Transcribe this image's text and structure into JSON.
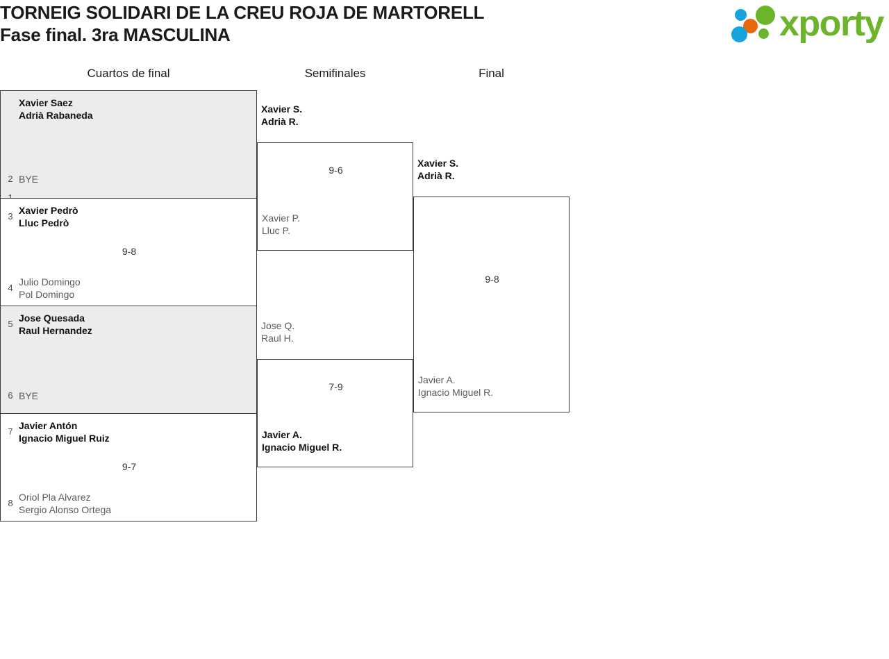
{
  "header": {
    "title_line1": "TORNEIG SOLIDARI DE LA CREU ROJA DE MARTORELL",
    "title_line2": "Fase final. 3ra MASCULINA",
    "logo_text": "xporty",
    "logo_colors": {
      "green": "#6cb42c",
      "blue": "#17a3dc",
      "orange": "#e8690b"
    }
  },
  "rounds": [
    {
      "label": "Cuartos de final"
    },
    {
      "label": "Semifinales"
    },
    {
      "label": "Final"
    }
  ],
  "bracket": {
    "quarterfinals": [
      {
        "shaded": true,
        "score": "",
        "top": {
          "seed": "1",
          "line1": "Xavier Saez",
          "line2": "Adrià Rabaneda",
          "result": "winner"
        },
        "bottom": {
          "seed": "2",
          "line1": "BYE",
          "line2": "",
          "result": "loser"
        }
      },
      {
        "shaded": false,
        "score": "9-8",
        "top": {
          "seed": "3",
          "line1": "Xavier Pedrò",
          "line2": "Lluc Pedrò",
          "result": "winner"
        },
        "bottom": {
          "seed": "4",
          "line1": "Julio Domingo",
          "line2": "Pol Domingo",
          "result": "loser"
        }
      },
      {
        "shaded": true,
        "score": "",
        "top": {
          "seed": "5",
          "line1": "Jose Quesada",
          "line2": "Raul Hernandez",
          "result": "winner"
        },
        "bottom": {
          "seed": "6",
          "line1": "BYE",
          "line2": "",
          "result": "loser"
        }
      },
      {
        "shaded": false,
        "score": "9-7",
        "top": {
          "seed": "7",
          "line1": "Javier Antón",
          "line2": "Ignacio Miguel Ruiz",
          "result": "winner"
        },
        "bottom": {
          "seed": "8",
          "line1": "Oriol Pla Alvarez",
          "line2": "Sergio Alonso Ortega",
          "result": "loser"
        }
      }
    ],
    "semifinals": [
      {
        "score": "9-6",
        "top": {
          "line1": "Xavier S.",
          "line2": "Adrià R.",
          "result": "winner"
        },
        "bottom": {
          "line1": "Xavier P.",
          "line2": "Lluc P.",
          "result": "loser"
        }
      },
      {
        "score": "7-9",
        "top": {
          "line1": "Jose Q.",
          "line2": "Raul H.",
          "result": "loser"
        },
        "bottom": {
          "line1": "Javier A.",
          "line2": "Ignacio Miguel R.",
          "result": "winner"
        }
      }
    ],
    "final": [
      {
        "score": "9-8",
        "top": {
          "line1": "Xavier S.",
          "line2": "Adrià R.",
          "result": "winner"
        },
        "bottom": {
          "line1": "Javier A.",
          "line2": "Ignacio Miguel R.",
          "result": "loser"
        }
      }
    ]
  }
}
